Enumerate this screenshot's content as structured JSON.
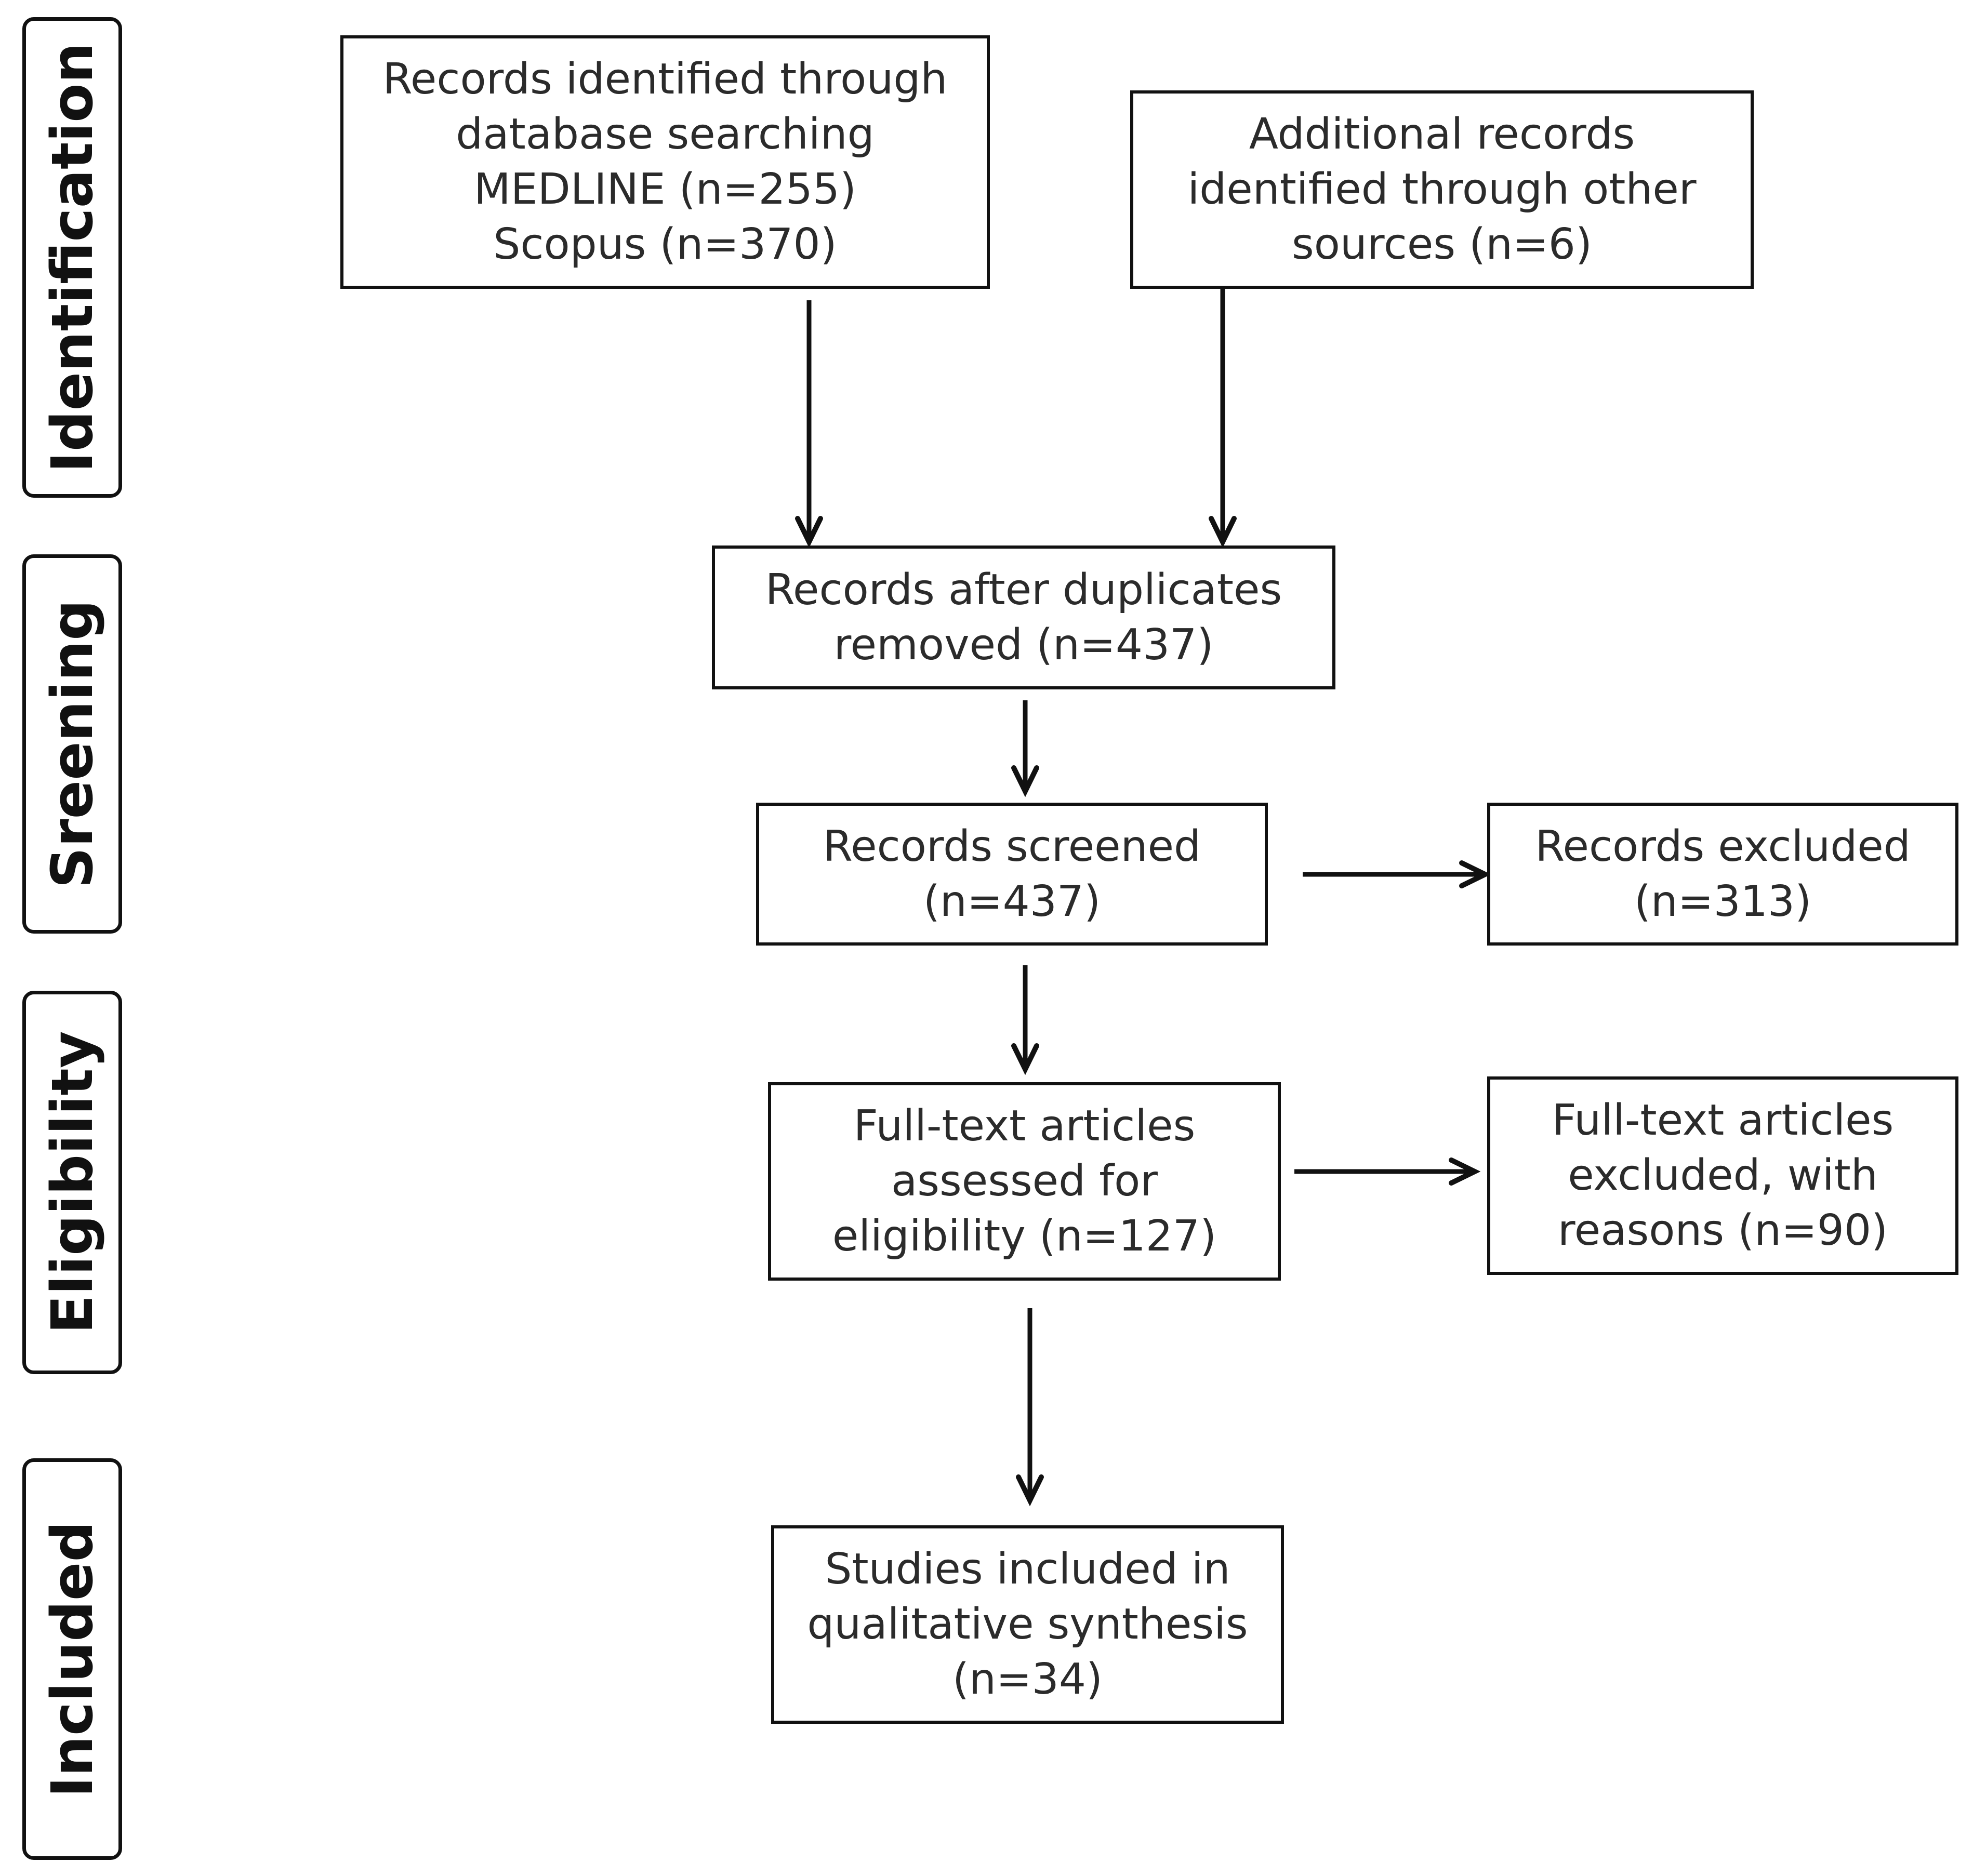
{
  "stages": {
    "identification": "Identification",
    "screening": "Sreening",
    "eligibility": "Eligibility",
    "included": "Included"
  },
  "boxes": {
    "database_search": {
      "lines": [
        "Records identified through",
        "database searching",
        "MEDLINE (n=255)",
        "Scopus (n=370)"
      ]
    },
    "other_sources": {
      "lines": [
        "Additional records",
        "identified through other",
        "sources (n=6)"
      ]
    },
    "after_duplicates": {
      "lines": [
        "Records after duplicates",
        "removed (n=437)"
      ]
    },
    "screened": {
      "lines": [
        "Records screened",
        "(n=437)"
      ]
    },
    "excluded": {
      "lines": [
        "Records excluded",
        "(n=313)"
      ]
    },
    "fulltext_assessed": {
      "lines": [
        "Full-text articles",
        "assessed for",
        "eligibility (n=127)"
      ]
    },
    "fulltext_excluded": {
      "lines": [
        "Full-text articles",
        "excluded, with",
        "reasons (n=90)"
      ]
    },
    "included_studies": {
      "lines": [
        "Studies included in",
        "qualitative synthesis",
        "(n=34)"
      ]
    }
  },
  "colors": {
    "stroke": "#111111",
    "text": "#2b2b2b",
    "background": "#ffffff"
  }
}
